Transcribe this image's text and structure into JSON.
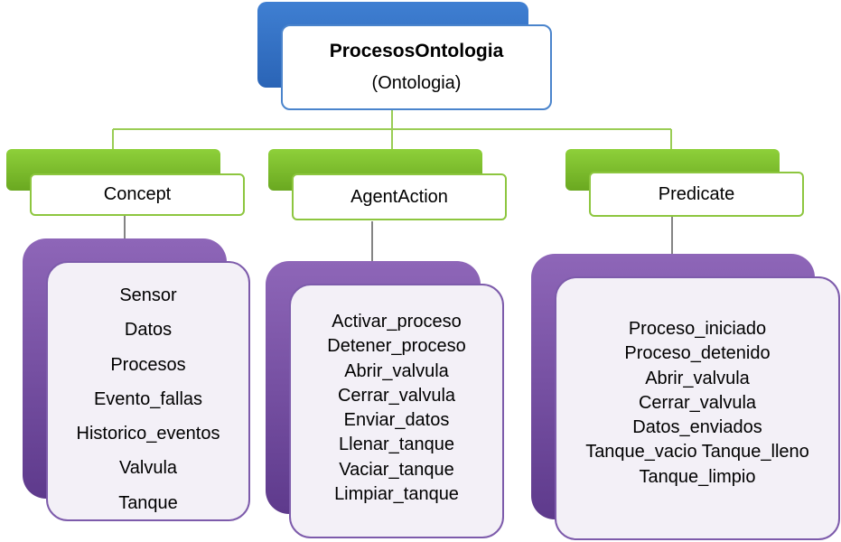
{
  "root": {
    "title": "ProcesosOntologia",
    "subtitle": "(Ontologia)"
  },
  "categories": [
    {
      "label": "Concept",
      "items": [
        "Sensor",
        "Datos",
        "Procesos",
        "Evento_fallas",
        "Historico_eventos",
        "Valvula",
        "Tanque"
      ]
    },
    {
      "label": "AgentAction",
      "items": [
        "Activar_proceso",
        "Detener_proceso",
        "Abrir_valvula",
        "Cerrar_valvula",
        "Enviar_datos",
        "Llenar_tanque",
        "Vaciar_tanque",
        "Limpiar_tanque"
      ]
    },
    {
      "label": "Predicate",
      "items": [
        "Proceso_iniciado",
        "Proceso_detenido",
        "Abrir_valvula",
        "Cerrar_valvula",
        "Datos_enviados",
        "Tanque_vacio Tanque_lleno",
        "Tanque_limpio"
      ]
    }
  ],
  "colors": {
    "root_fill": "#2a64b6",
    "root_border": "#4a84cc",
    "category_fill": "#7ab82b",
    "category_border": "#8dc63f",
    "card_fill": "#6b4a9b",
    "card_face": "#f3f0f7",
    "connector": "#9acd55"
  }
}
